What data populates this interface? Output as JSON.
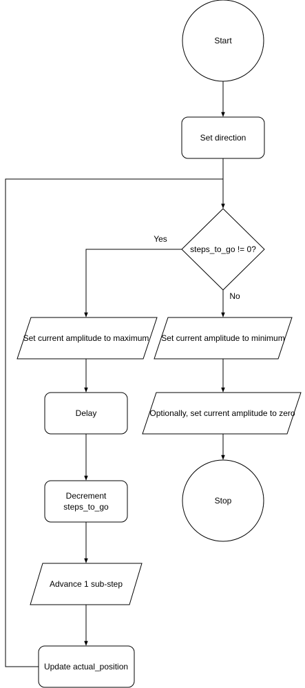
{
  "nodes": {
    "start": "Start",
    "set_direction": "Set direction",
    "condition": "steps_to_go != 0?",
    "set_max": "Set current amplitude to maximum",
    "set_min": "Set current amplitude to minimum",
    "delay": "Delay",
    "optional_zero": "Optionally, set current amplitude to zero",
    "decrement_line1": "Decrement",
    "decrement_line2": "steps_to_go",
    "stop": "Stop",
    "advance": "Advance 1 sub-step",
    "update": "Update actual_position"
  },
  "edges": {
    "yes": "Yes",
    "no": "No"
  }
}
